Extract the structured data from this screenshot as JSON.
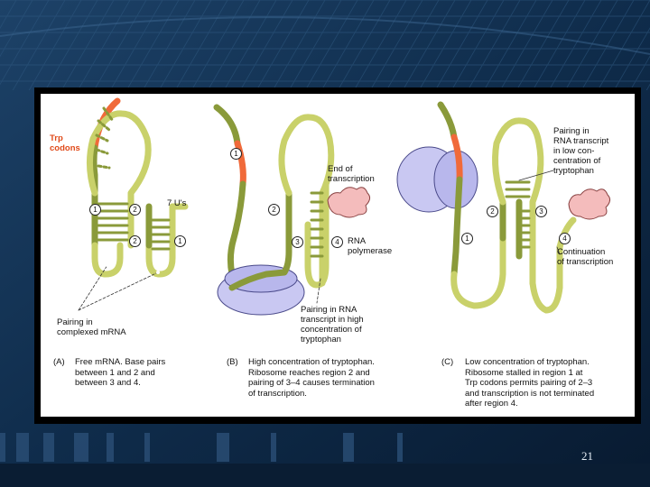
{
  "slide": {
    "page_number": "21",
    "colors": {
      "background": "#0e2a47",
      "stem": "#8a9a3a",
      "stem_light": "#c9d16a",
      "trp_region": "#f06a3a",
      "ribosome": "#c9c8f2",
      "polymerase": "#f4bcbc",
      "frame": "#000000"
    }
  },
  "diagram": {
    "labels": {
      "trp_codons": "Trp\ncodons",
      "seven_u": "7 U's",
      "end_of_transcription": "End of\ntranscription",
      "rna_polymerase": "RNA\npolymerase",
      "pairing_low": "Pairing in\nRNA transcript\nin low con-\ncentration of\ntryptophan",
      "continuation": "Continuation\nof transcription",
      "pairing_complexed": "Pairing in\ncomplexed mRNA",
      "pairing_high": "Pairing in RNA\ntranscript in high\nconcentration of\ntryptophan"
    },
    "region_numbers": {
      "a1": "1",
      "a2": "2",
      "a3": "2",
      "a4": "1",
      "b1": "1",
      "b2": "2",
      "b3": "3",
      "b4": "4",
      "c1": "2",
      "c2": "3",
      "c3": "1",
      "c4": "4"
    },
    "captions": {
      "a_letter": "(A)",
      "a_text": "Free mRNA. Base pairs\nbetween 1 and 2 and\nbetween 3 and 4.",
      "b_letter": "(B)",
      "b_text": "High concentration of tryptophan.\nRibosome reaches region 2 and\npairing of 3–4 causes termination\nof transcription.",
      "c_letter": "(C)",
      "c_text": "Low concentration of tryptophan.\nRibosome stalled in region 1 at\nTrp codons permits pairing of 2–3\nand transcription is not terminated\nafter region 4."
    }
  }
}
